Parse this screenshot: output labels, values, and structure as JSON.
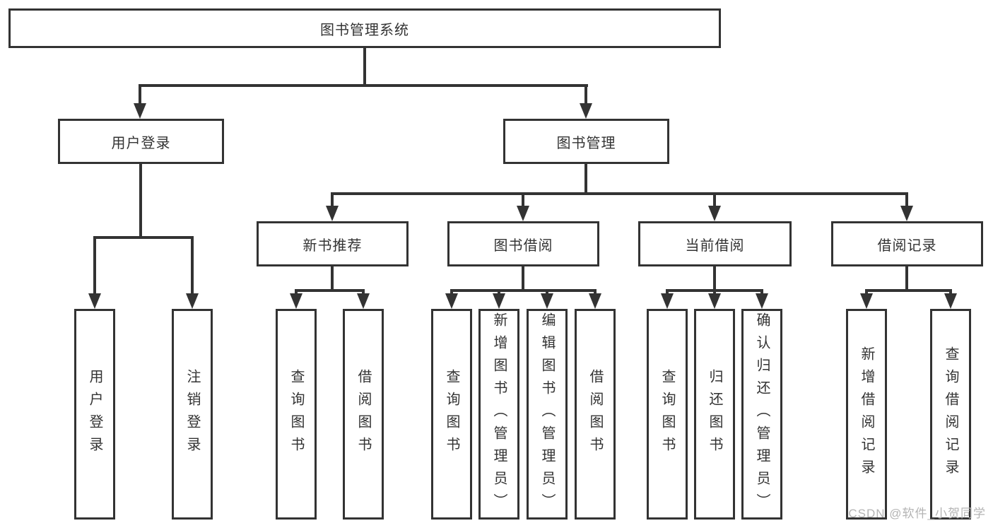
{
  "diagram": {
    "root": {
      "label": "图书管理系统"
    },
    "level2": [
      {
        "label": "用户登录"
      },
      {
        "label": "图书管理"
      }
    ],
    "level3": [
      {
        "label": "新书推荐"
      },
      {
        "label": "图书借阅"
      },
      {
        "label": "当前借阅"
      },
      {
        "label": "借阅记录"
      }
    ],
    "leaves": {
      "user": [
        "用户登录",
        "注销登录"
      ],
      "recommend": [
        "查询图书",
        "借阅图书"
      ],
      "borrow": [
        "查询图书",
        "新增图书（管理员）",
        "编辑图书（管理员）",
        "借阅图书"
      ],
      "current": [
        "查询图书",
        "归还图书",
        "确认归还（管理员）"
      ],
      "records": [
        "新增借阅记录",
        "查询借阅记录"
      ]
    }
  },
  "watermark": "CSDN @软件_小贺同学",
  "colors": {
    "line": "#333333",
    "text": "#333333",
    "watermark": "#b4b4b4",
    "background": "#ffffff"
  }
}
